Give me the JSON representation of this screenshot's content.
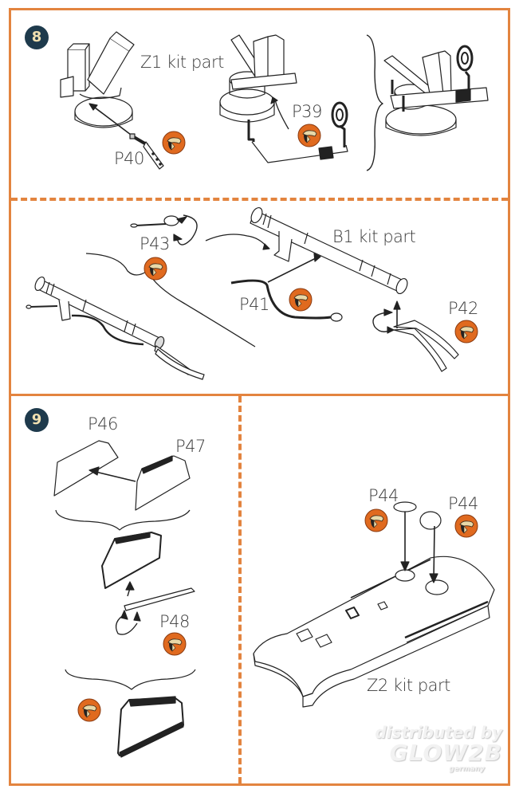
{
  "document": {
    "type": "model kit assembly instructions",
    "accent_color": "#e3843f",
    "badge_color": "#1e3a4c",
    "photo_etch_icon_color": "#e06a1f"
  },
  "steps": [
    {
      "number": "8",
      "panels": [
        {
          "id": "8a",
          "labels": {
            "kit_part": "Z1 kit part",
            "part_a": "P40",
            "part_b": "P39"
          },
          "icons": [
            "photo-etch-icon",
            "photo-etch-icon"
          ]
        },
        {
          "id": "8b",
          "labels": {
            "part_a": "P43",
            "kit_part": "B1 kit part",
            "part_b": "P41",
            "part_c": "P42"
          },
          "icons": [
            "photo-etch-icon",
            "photo-etch-icon",
            "photo-etch-icon"
          ]
        }
      ]
    },
    {
      "number": "9",
      "panels": [
        {
          "id": "9a",
          "labels": {
            "part_a": "P46",
            "part_b": "P47",
            "part_c": "P48"
          },
          "icons": [
            "photo-etch-icon",
            "photo-etch-icon"
          ]
        },
        {
          "id": "9b",
          "labels": {
            "part_a": "P44",
            "part_b": "P44",
            "kit_part": "Z2 kit part"
          },
          "icons": [
            "photo-etch-icon",
            "photo-etch-icon"
          ]
        }
      ]
    }
  ],
  "watermark": {
    "line1": "distributed by",
    "line2": "GLOW2B",
    "line3": "germany"
  }
}
